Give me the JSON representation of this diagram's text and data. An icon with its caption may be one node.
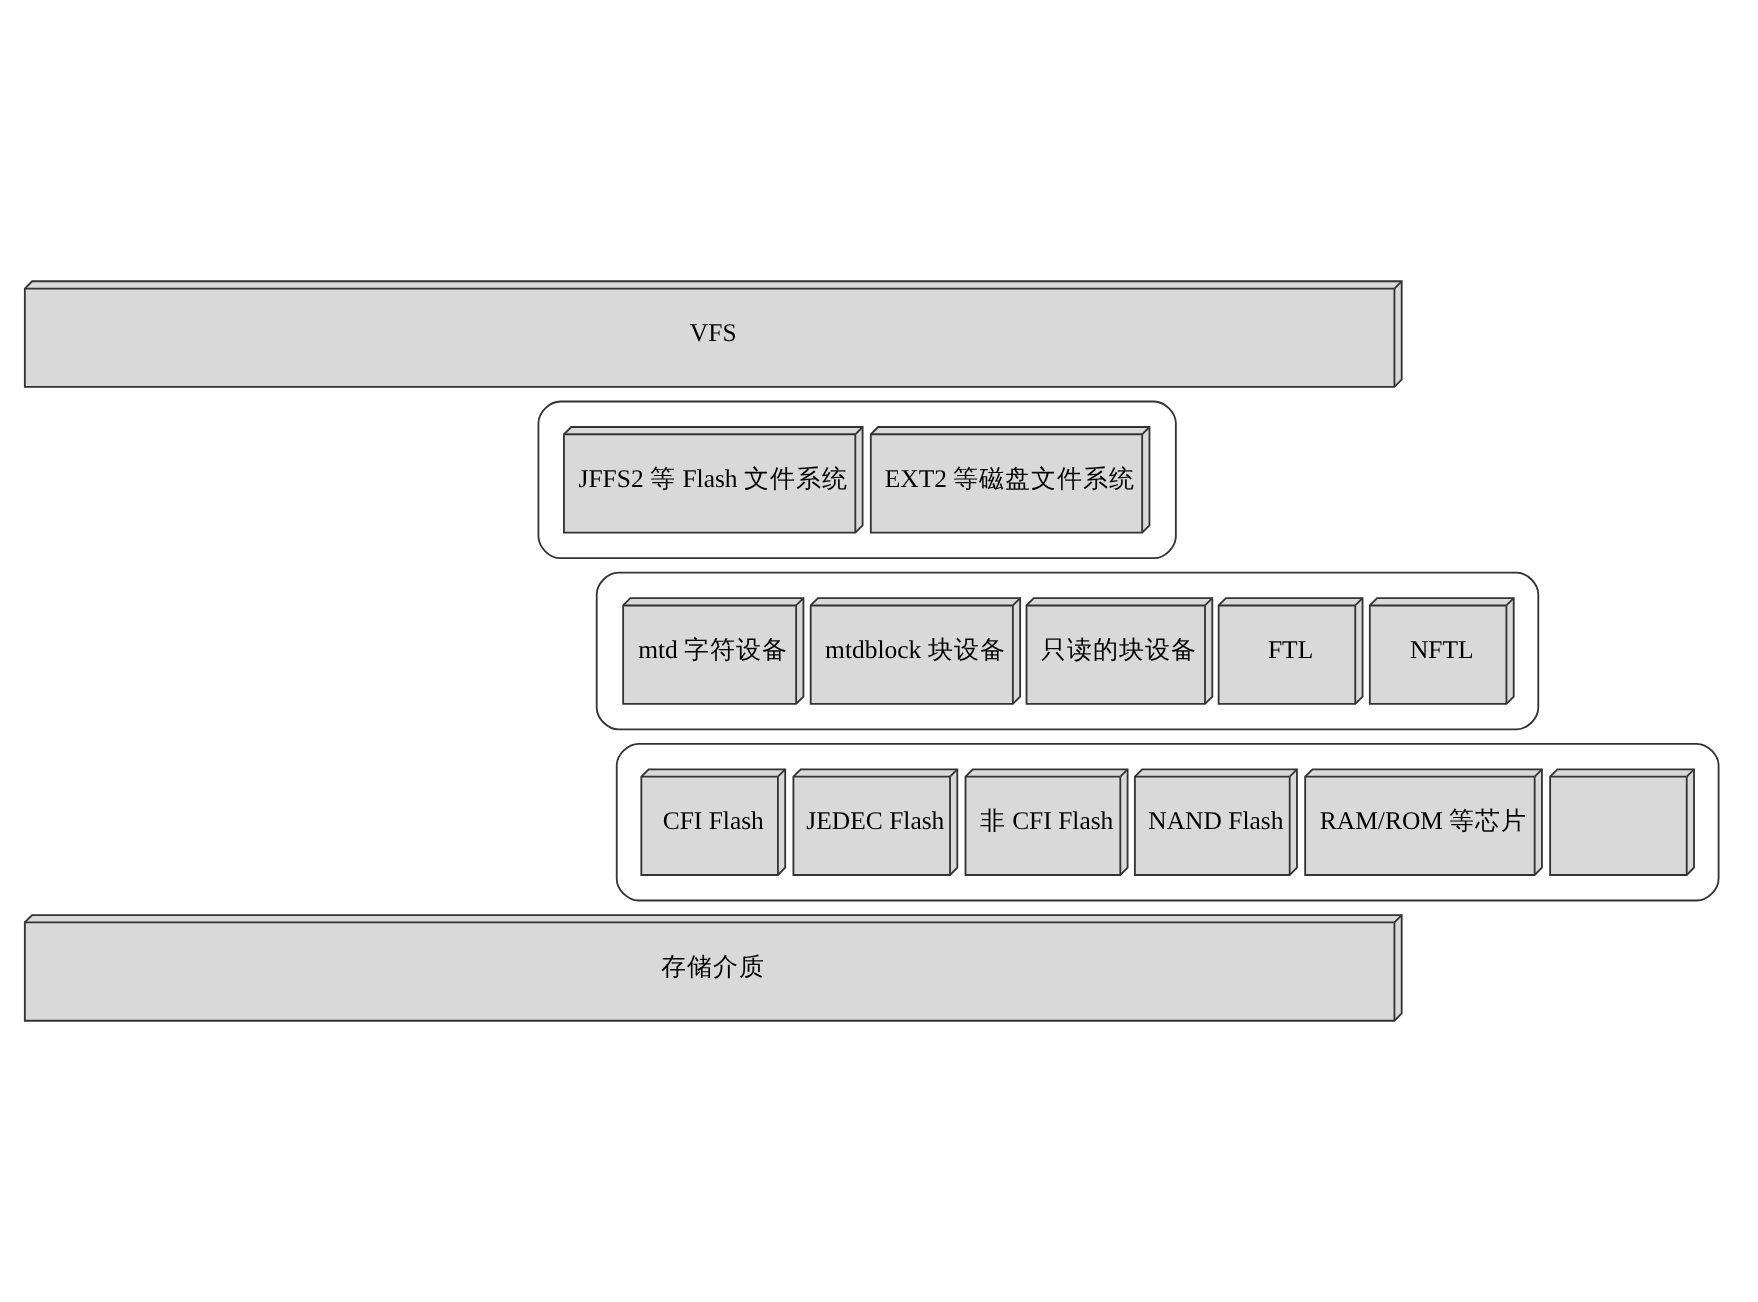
{
  "diagram": {
    "nodes": [
      {
        "text": [
          "VFS"
        ]
      },
      {
        "text": [],
        "shape": "box"
      },
      {
        "text": [
          "JFFS2 等 Flash 文件系统"
        ],
        "in": 1
      },
      {
        "text": [
          "EXT2 等磁盘文件系统"
        ],
        "in": 1
      },
      {
        "text": [],
        "shape": "box"
      },
      {
        "text": [
          "mtd 字符设备"
        ],
        "in": 4
      },
      {
        "text": [
          "mtdblock 块设备"
        ],
        "in": 4
      },
      {
        "text": [
          "只读的块设备"
        ],
        "in": 4
      },
      {
        "text": [
          "FTL"
        ],
        "in": 4
      },
      {
        "text": [
          "NFTL"
        ],
        "in": 4
      },
      {
        "text": [],
        "shape": "box"
      },
      {
        "text": [
          "CFI Flash"
        ],
        "in": 10
      },
      {
        "text": [
          "JEDEC Flash"
        ],
        "in": 10
      },
      {
        "text": [
          "非 CFI Flash"
        ],
        "in": 10
      },
      {
        "text": [
          "NAND Flash"
        ],
        "in": 10
      },
      {
        "text": [
          "RAM/ROM 等芯片"
        ],
        "in": 10
      },
      {
        "text": [],
        "shape": "box",
        "in": 10
      },
      {
        "text": [
          "存储介质"
        ]
      }
    ],
    "edges": []
  }
}
